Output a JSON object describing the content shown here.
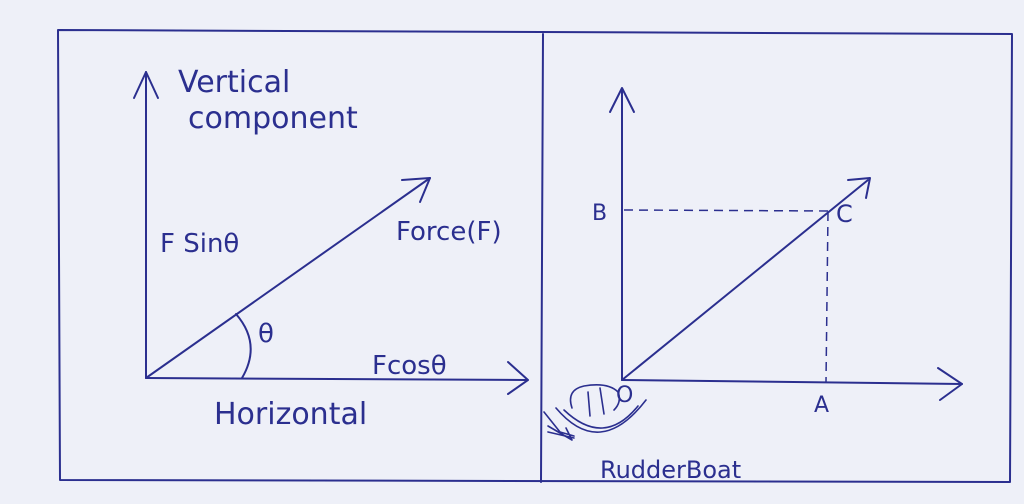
{
  "left_panel": {
    "vertical_label_line1": "Vertical",
    "vertical_label_line2": "component",
    "vertical_component": "F Sinθ",
    "force_label": "Force(F)",
    "angle_label": "θ",
    "horizontal_component": "Fcosθ",
    "horizontal_label": "Horizontal"
  },
  "right_panel": {
    "point_b": "B",
    "point_c": "C",
    "point_o": "O",
    "point_a": "A",
    "boat_label": "RudderBoat"
  },
  "colors": {
    "ink": "#2b2f8f",
    "paper": "#eef0f8"
  }
}
